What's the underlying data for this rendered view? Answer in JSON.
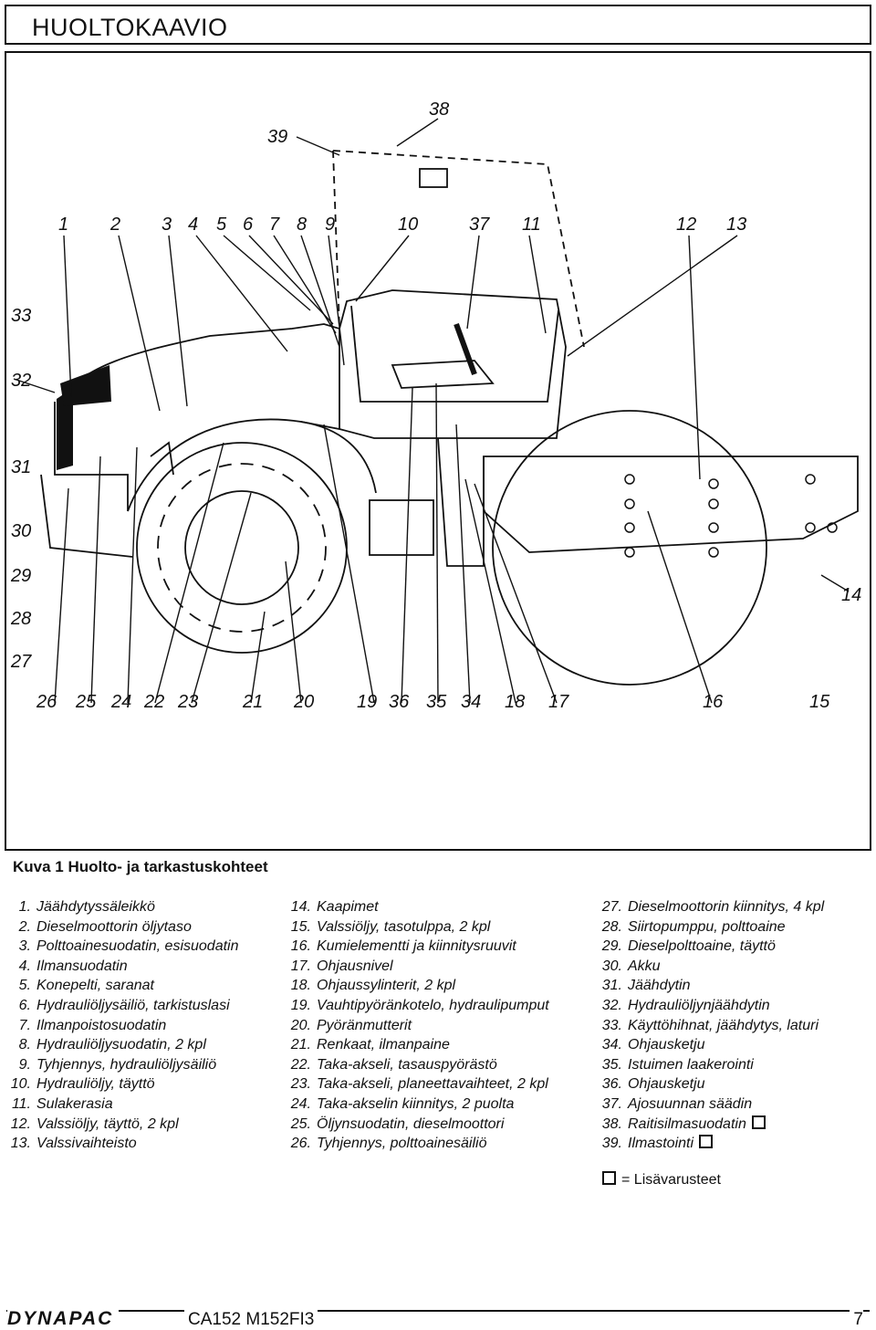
{
  "title": "HUOLTOKAAVIO",
  "diagram": {
    "callouts": [
      "39",
      "38",
      "1",
      "2",
      "3",
      "4",
      "5",
      "6",
      "7",
      "8",
      "9",
      "10",
      "37",
      "11",
      "12",
      "13",
      "33",
      "32",
      "31",
      "30",
      "29",
      "28",
      "27",
      "14",
      "26",
      "25",
      "24",
      "22",
      "23",
      "21",
      "20",
      "19",
      "36",
      "35",
      "34",
      "18",
      "17",
      "16",
      "15"
    ]
  },
  "caption": "Kuva 1 Huolto- ja tarkastuskohteet",
  "legend": {
    "col1": [
      {
        "num": "1.",
        "text": "Jäähdytyssäleikkö"
      },
      {
        "num": "2.",
        "text": "Dieselmoottorin  öljytaso"
      },
      {
        "num": "3.",
        "text": "Polttoainesuodatin, esisuodatin"
      },
      {
        "num": "4.",
        "text": "Ilmansuodatin"
      },
      {
        "num": "5.",
        "text": "Konepelti, saranat"
      },
      {
        "num": "6.",
        "text": "Hydrauliöljysäiliö,  tarkistuslasi"
      },
      {
        "num": "7.",
        "text": "Ilmanpoistosuodatin"
      },
      {
        "num": "8.",
        "text": "Hydrauliöljysuodatin, 2 kpl"
      },
      {
        "num": "9.",
        "text": "Tyhjennys,  hydrauliöljysäiliö"
      },
      {
        "num": "10.",
        "text": "Hydrauliöljy,  täyttö"
      },
      {
        "num": "11.",
        "text": "Sulakerasia"
      },
      {
        "num": "12.",
        "text": "Valssiöljy, täyttö, 2 kpl"
      },
      {
        "num": "13.",
        "text": "Valssivaihteisto"
      }
    ],
    "col2": [
      {
        "num": "14.",
        "text": "Kaapimet"
      },
      {
        "num": "15.",
        "text": "Valssiöljy,  tasotulppa, 2 kpl"
      },
      {
        "num": "16.",
        "text": "Kumielementti  ja  kiinnitysruuvit"
      },
      {
        "num": "17.",
        "text": "Ohjausnivel"
      },
      {
        "num": "18.",
        "text": "Ohjaussylinterit, 2 kpl"
      },
      {
        "num": "19.",
        "text": "Vauhtipyöränkotelo,  hydraulipumput"
      },
      {
        "num": "20.",
        "text": "Pyöränmutterit"
      },
      {
        "num": "21.",
        "text": "Renkaat,  ilmanpaine"
      },
      {
        "num": "22.",
        "text": "Taka-akseli,  tasauspyörästö"
      },
      {
        "num": "23.",
        "text": "Taka-akseli,  planeettavaihteet,  2 kpl"
      },
      {
        "num": "24.",
        "text": "Taka-akselin  kiinnitys, 2 puolta"
      },
      {
        "num": "25.",
        "text": "Öljynsuodatin,  dieselmoottori"
      },
      {
        "num": "26.",
        "text": "Tyhjennys,  polttoainesäiliö"
      }
    ],
    "col3": [
      {
        "num": "27.",
        "text": "Dieselmoottorin kiinnitys, 4 kpl"
      },
      {
        "num": "28.",
        "text": "Siirtopumppu,  polttoaine"
      },
      {
        "num": "29.",
        "text": "Dieselpolttoaine,  täyttö"
      },
      {
        "num": "30.",
        "text": "Akku"
      },
      {
        "num": "31.",
        "text": "Jäähdytin"
      },
      {
        "num": "32.",
        "text": "Hydrauliöljynjäähdytin"
      },
      {
        "num": "33.",
        "text": "Käyttöhihnat, jäähdytys, laturi"
      },
      {
        "num": "34.",
        "text": "Ohjausketju"
      },
      {
        "num": "35.",
        "text": "Istuimen  laakerointi"
      },
      {
        "num": "36.",
        "text": "Ohjausketju"
      },
      {
        "num": "37.",
        "text": "Ajosuunnan  säädin"
      },
      {
        "num": "38.",
        "text": "Raitisilmasuodatin",
        "optional": true
      },
      {
        "num": "39.",
        "text": "Ilmastointi",
        "optional": true
      }
    ]
  },
  "note": "= Lisävarusteet",
  "footer": {
    "brand": "DYNAPAC",
    "doc_id": "CA152  M152FI3",
    "page": "7"
  }
}
